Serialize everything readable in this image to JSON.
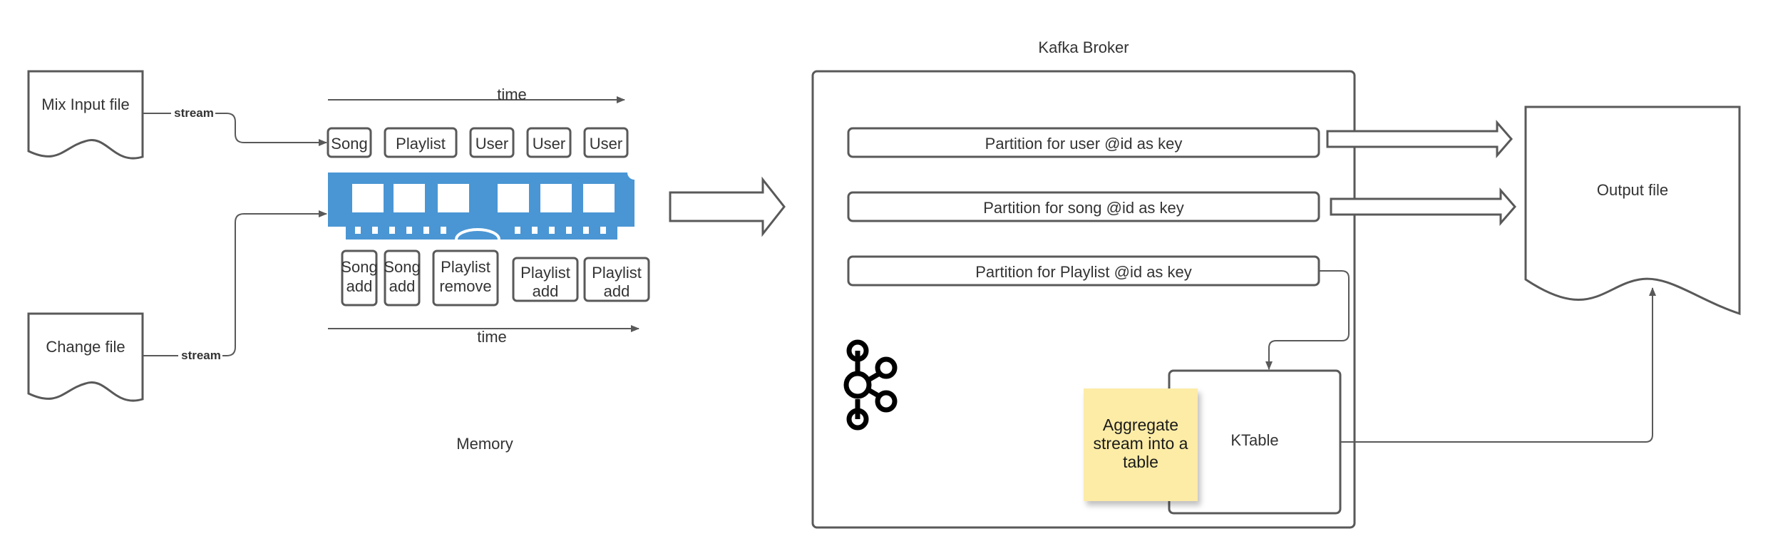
{
  "colors": {
    "stroke": "#595959",
    "text": "#333333",
    "memory_blue": "#4a96d4",
    "note_yellow": "#fdeca6",
    "kafka_logo": "#000000"
  },
  "inputs": {
    "mix_input_file": "Mix Input file",
    "change_file": "Change file",
    "stream_top": "stream",
    "stream_bottom": "stream"
  },
  "memory": {
    "time_top": "time",
    "time_bottom": "time",
    "caption": "Memory",
    "top_records": [
      "Song",
      "Playlist",
      "User",
      "User",
      "User"
    ],
    "bottom_records": [
      [
        "Song",
        "add"
      ],
      [
        "Song",
        "add"
      ],
      [
        "Playlist",
        "remove"
      ],
      [
        "Playlist",
        "add"
      ],
      [
        "Playlist",
        "add"
      ]
    ],
    "icon": "ram-memory-icon"
  },
  "broker": {
    "title": "Kafka Broker",
    "partitions": [
      "Partition for user @id as key",
      "Partition for song @id as key",
      "Partition for Playlist @id as key"
    ],
    "ktable": "KTable",
    "note_lines": [
      "Aggregate",
      "stream into a",
      "table"
    ],
    "logo_icon": "kafka-logo-icon"
  },
  "output": {
    "label": "Output file"
  }
}
